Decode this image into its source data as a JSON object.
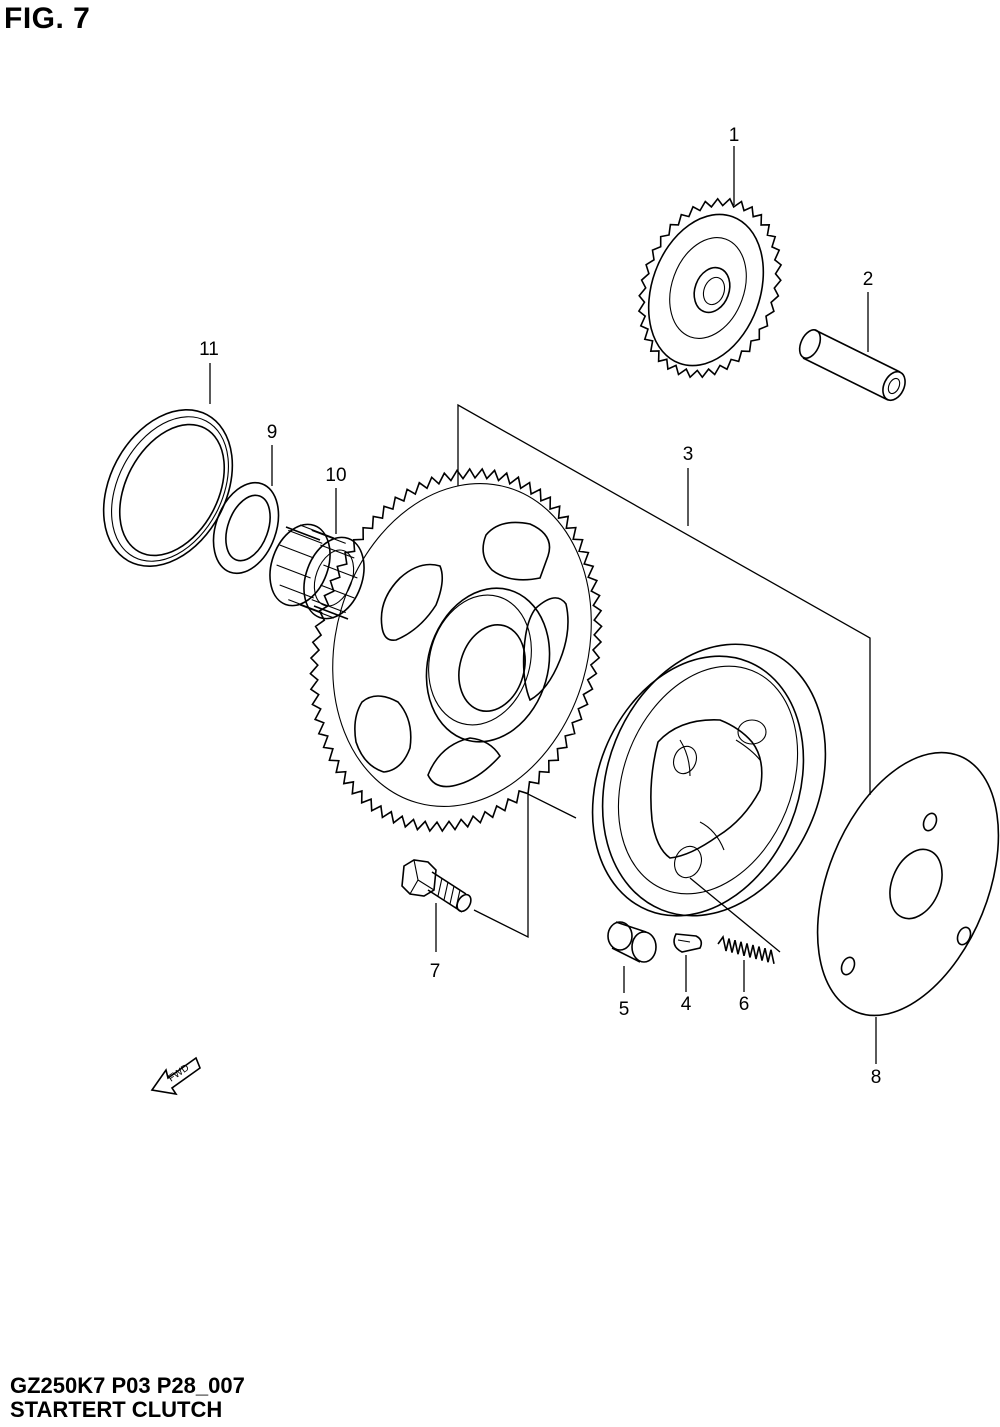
{
  "figure": {
    "title": "FIG. 7",
    "code": "GZ250K7 P03 P28_007",
    "description": "STARTERT CLUTCH"
  },
  "callouts": [
    "1",
    "2",
    "3",
    "4",
    "5",
    "6",
    "7",
    "8",
    "9",
    "10",
    "11"
  ],
  "direction_marker": {
    "text": "FWD",
    "icon": "fwd-arrow-icon"
  }
}
